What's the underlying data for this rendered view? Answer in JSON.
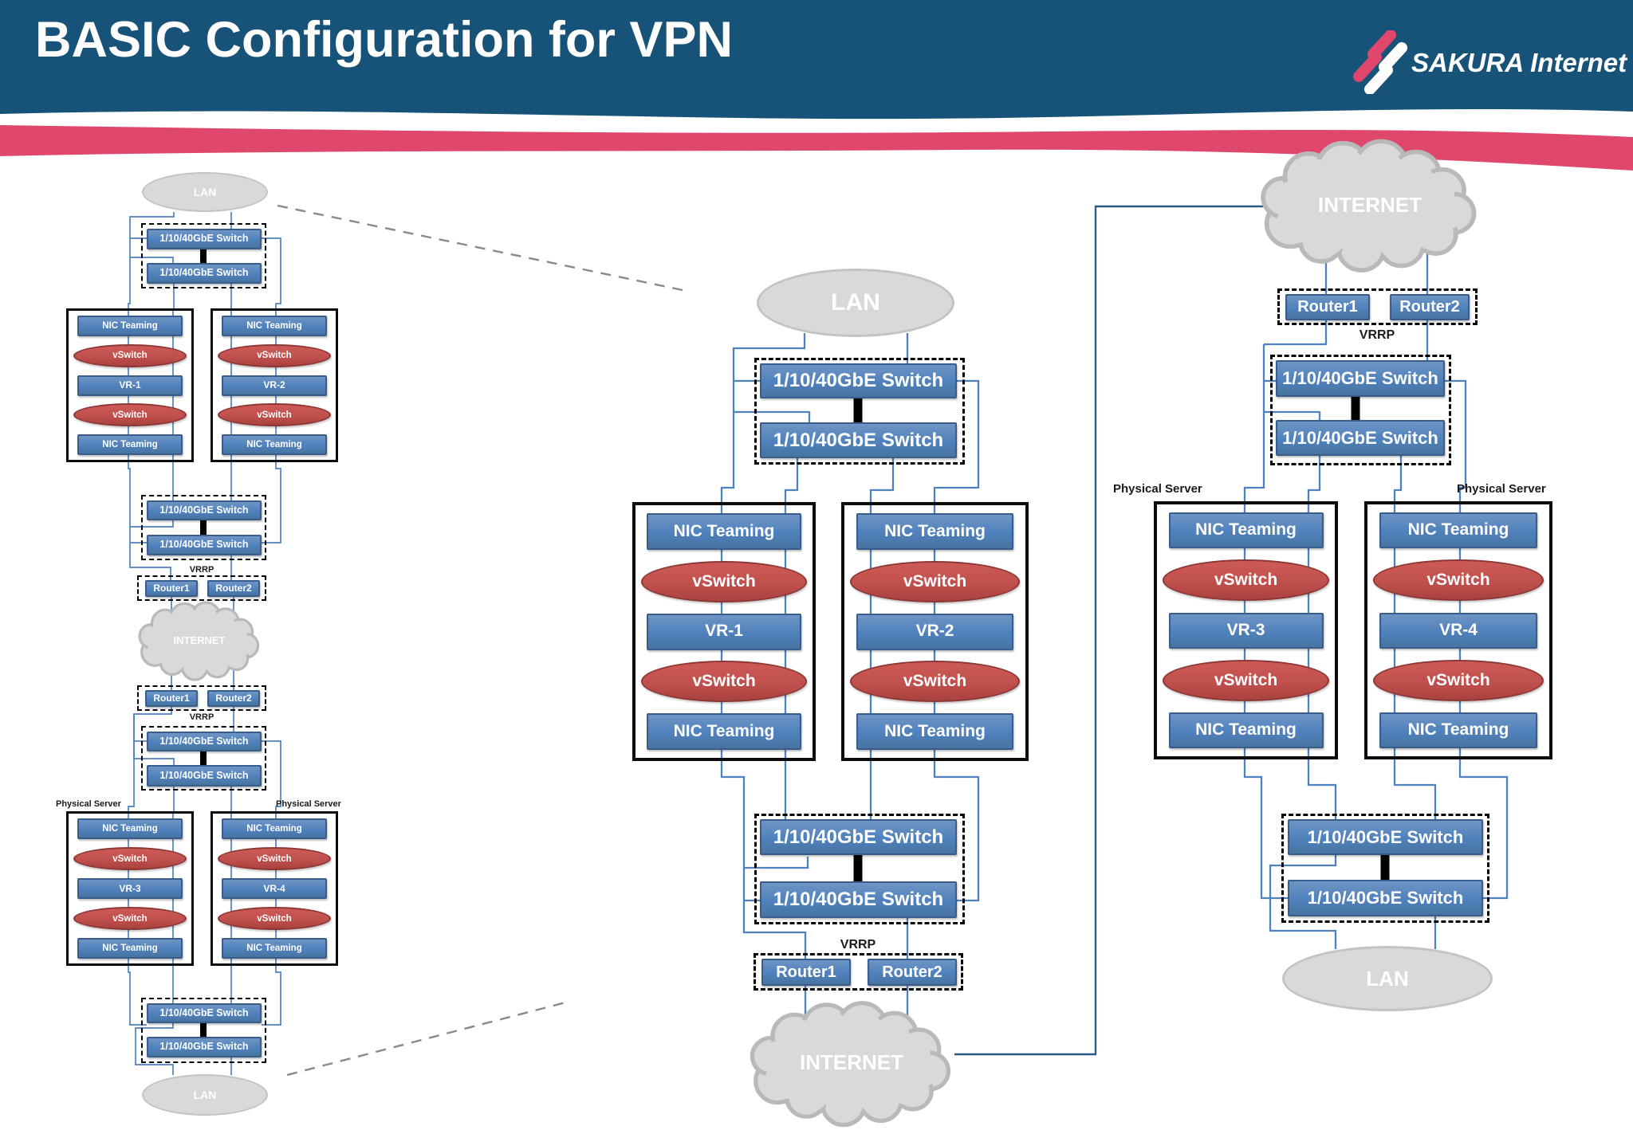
{
  "slide": {
    "title": "BASIC Configuration for VPN",
    "brand": "SAKURA Internet"
  },
  "labels": {
    "lan": "LAN",
    "internet": "INTERNET",
    "switch": "1/10/40GbE Switch",
    "nic_teaming": "NIC Teaming",
    "vswitch": "vSwitch",
    "vrrp": "VRRP",
    "router1": "Router1",
    "router2": "Router2",
    "physical_server": "Physical Server"
  },
  "nodes": {
    "vr1": "VR-1",
    "vr2": "VR-2",
    "vr3": "VR-3",
    "vr4": "VR-4"
  },
  "colors": {
    "header_blue": "#175379",
    "ribbon_pink": "#e0476c",
    "node_blue": "#4f81bd",
    "node_blue_border": "#385d8a",
    "node_red": "#c0504d",
    "node_red_border": "#8c3836",
    "shape_gray": "#d9d9d9",
    "connector_blue": "#4f81bd"
  }
}
